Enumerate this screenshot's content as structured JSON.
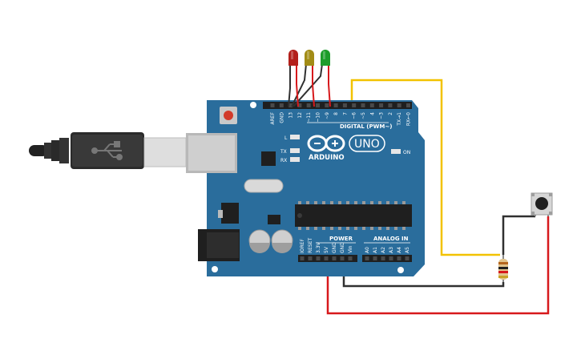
{
  "board": {
    "brand": "ARDUINO",
    "model": "UNO",
    "digital_label": "DIGITAL (PWM~)",
    "power_label": "POWER",
    "analog_label": "ANALOG IN",
    "led_l": "L",
    "led_tx": "TX",
    "led_rx": "RX",
    "led_on": "ON",
    "digital_pins": [
      "AREF",
      "GND",
      "13",
      "12",
      "~11",
      "~10",
      "~9",
      "8",
      "7",
      "~6",
      "~5",
      "4",
      "~3",
      "2",
      "TX→1",
      "RX←0"
    ],
    "power_pins": [
      "IOREF",
      "RESET",
      "3.3V",
      "5V",
      "GND",
      "GND",
      "Vin"
    ],
    "analog_pins": [
      "A0",
      "A1",
      "A2",
      "A3",
      "A4",
      "A5"
    ]
  },
  "leds": [
    {
      "color": "red",
      "hex": "#b3201b"
    },
    {
      "color": "yellow",
      "hex": "#a28c16"
    },
    {
      "color": "green",
      "hex": "#1d9c2a"
    }
  ],
  "components": {
    "usb_cable": "usb-cable",
    "pushbutton": "pushbutton",
    "resistor": "resistor"
  },
  "colors": {
    "board": "#2a6d9c",
    "wire_red": "#d7191c",
    "wire_black": "#303030",
    "wire_yellow": "#f2c200"
  }
}
